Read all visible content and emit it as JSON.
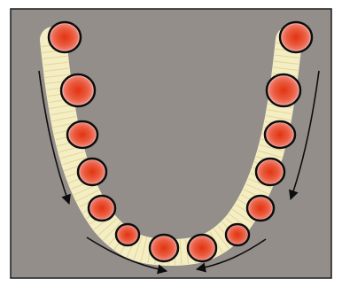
{
  "diagram": {
    "colors": {
      "background": "#938e8a",
      "border": "#1a1a1a",
      "arch_fill": "#f4eec6",
      "arch_lines": "#e6d58a",
      "tooth_outline": "#0d0d0d",
      "tooth_rim": "#f6eae0",
      "tooth_core": "#e23412",
      "tooth_mid": "#f0796a",
      "arrow": "#0d0d0d"
    },
    "teeth": [
      {
        "name": "tooth-left-1"
      },
      {
        "name": "tooth-left-2"
      },
      {
        "name": "tooth-left-3"
      },
      {
        "name": "tooth-left-4"
      },
      {
        "name": "tooth-left-5"
      },
      {
        "name": "tooth-left-6"
      },
      {
        "name": "tooth-left-7"
      },
      {
        "name": "tooth-right-7"
      },
      {
        "name": "tooth-right-6"
      },
      {
        "name": "tooth-right-5"
      },
      {
        "name": "tooth-right-4"
      },
      {
        "name": "tooth-right-3"
      },
      {
        "name": "tooth-right-2"
      },
      {
        "name": "tooth-right-1"
      }
    ],
    "arrows": [
      {
        "name": "arrow-left-side",
        "direction": "down"
      },
      {
        "name": "arrow-right-side",
        "direction": "down"
      },
      {
        "name": "arrow-bottom-left",
        "direction": "toward-center"
      },
      {
        "name": "arrow-bottom-right",
        "direction": "toward-center"
      }
    ]
  }
}
